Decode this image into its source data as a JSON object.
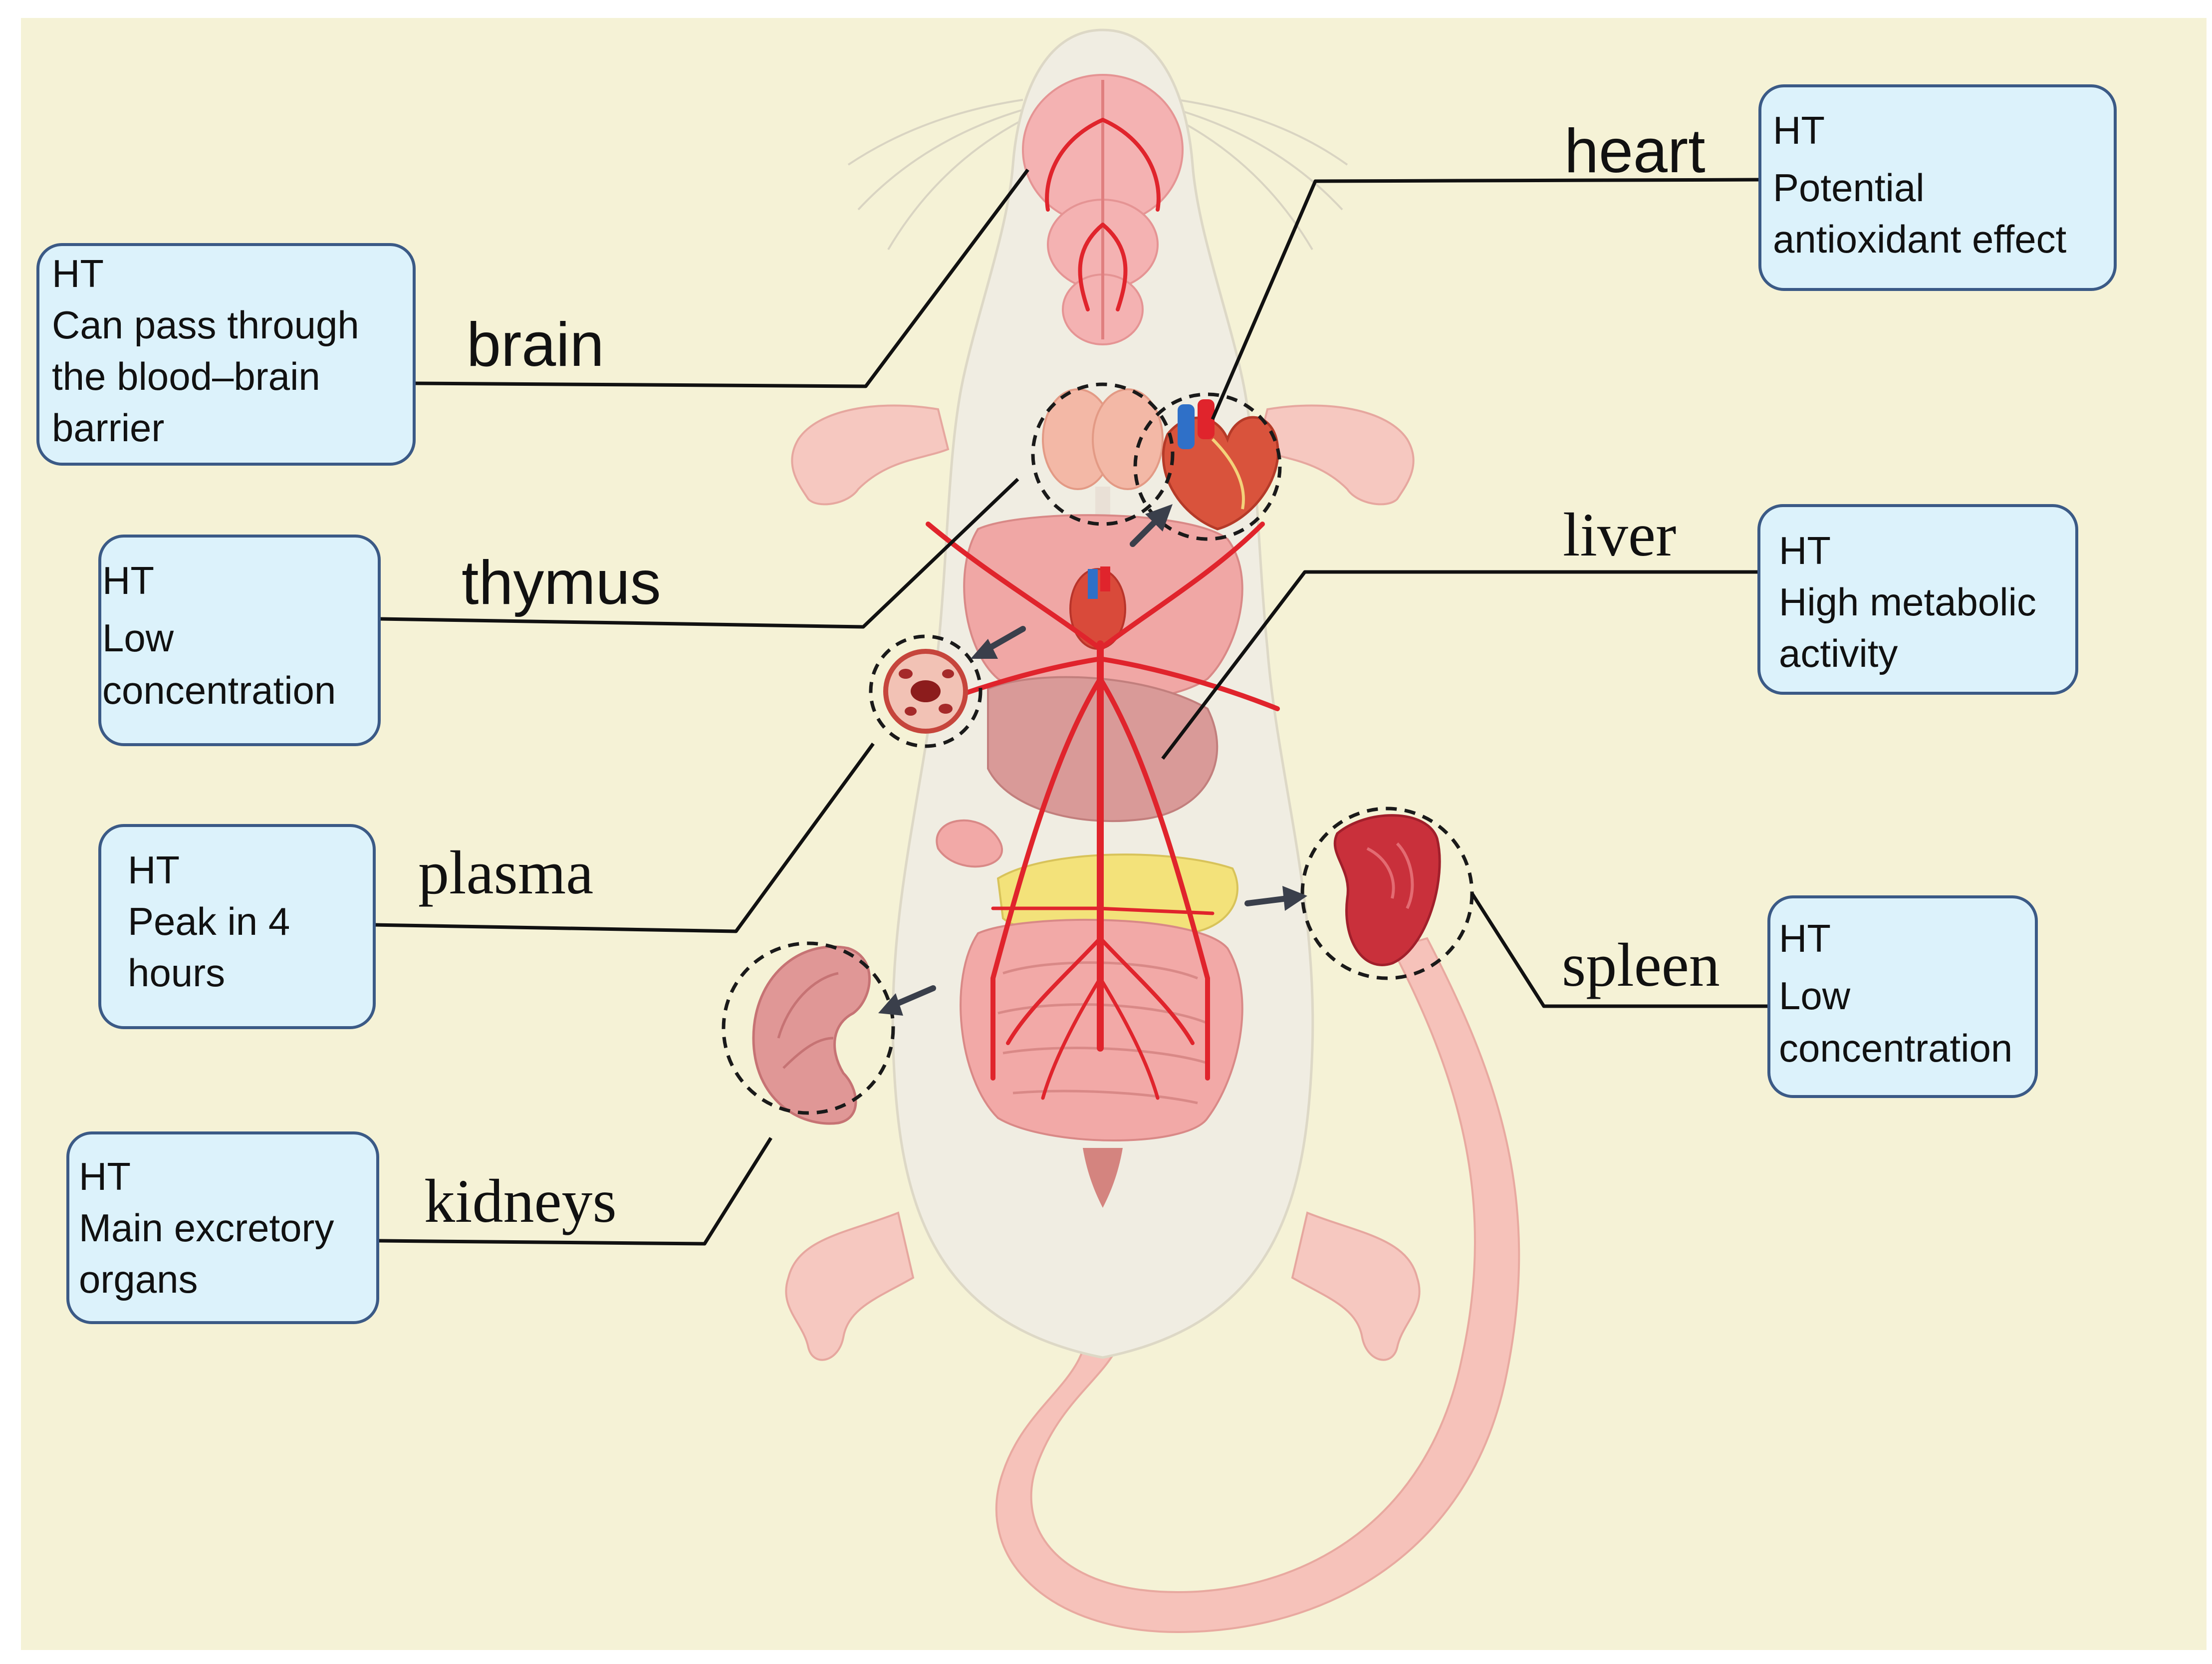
{
  "colors": {
    "background": "#f5f2d6",
    "box_fill": "#dcf2fb",
    "box_border": "#3b5a86",
    "vessel": "#e0242c",
    "body": "#f0ede2",
    "skin": "#f6c8c0",
    "organ_pink": "#f2a9a7",
    "spleen": "#c9303b",
    "fat": "#f3e27a"
  },
  "organs": {
    "brain": {
      "label": "brain",
      "box": [
        "HT",
        "Can pass through",
        "the blood–brain",
        "barrier"
      ]
    },
    "thymus": {
      "label": "thymus",
      "box": [
        "HT",
        "Low",
        "concentration"
      ]
    },
    "plasma": {
      "label": "plasma",
      "box": [
        "HT",
        "Peak in 4",
        "hours"
      ]
    },
    "kidneys": {
      "label": "kidneys",
      "box": [
        "HT",
        "Main excretory",
        "organs"
      ]
    },
    "heart": {
      "label": "heart",
      "box": [
        "HT",
        "Potential",
        "antioxidant effect"
      ]
    },
    "liver": {
      "label": "liver",
      "box": [
        "HT",
        "High metabolic",
        "activity"
      ]
    },
    "spleen": {
      "label": "spleen",
      "box": [
        "HT",
        "Low",
        "concentration"
      ]
    }
  }
}
